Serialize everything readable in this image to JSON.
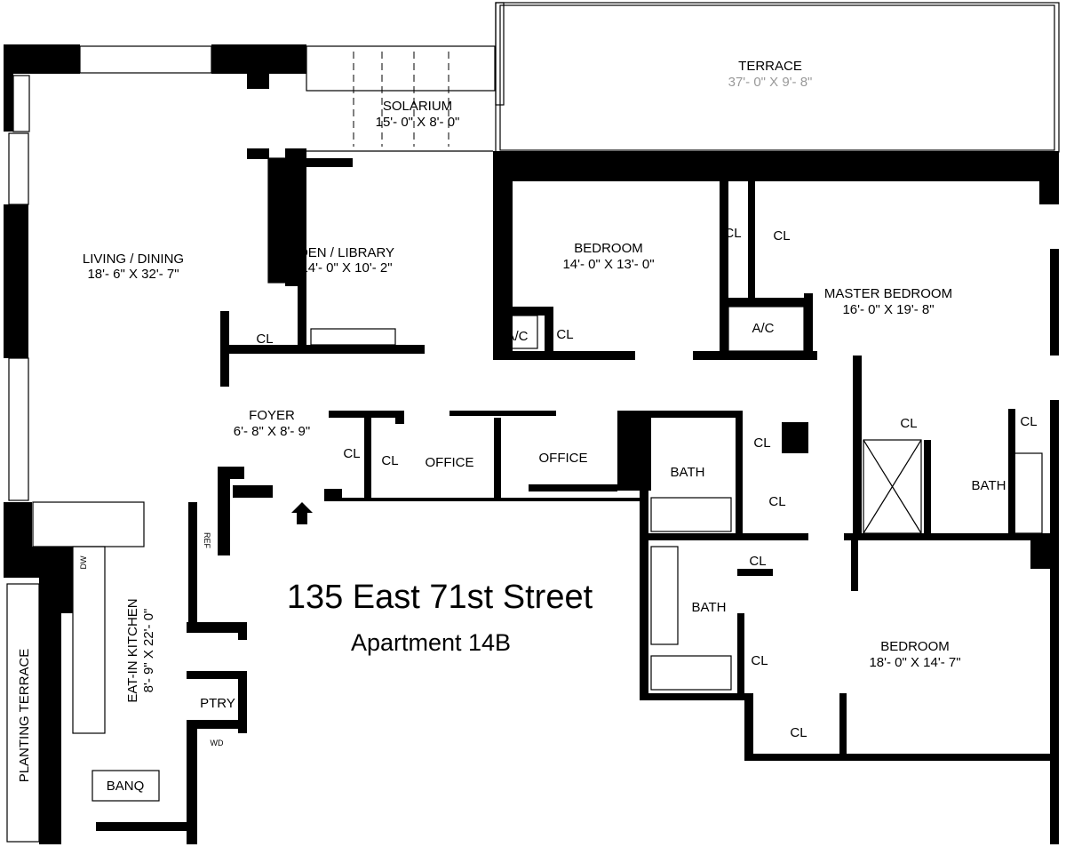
{
  "address": {
    "street": "135 East 71st Street",
    "unit": "Apartment 14B"
  },
  "rooms": {
    "terrace": {
      "name": "TERRACE",
      "dims": "37'- 0\" X 9'- 8\""
    },
    "solarium": {
      "name": "SOLARIUM",
      "dims": "15'- 0\" X 8'- 0\""
    },
    "living": {
      "name": "LIVING / DINING",
      "dims": "18'- 6\" X 32'- 7\""
    },
    "den": {
      "name": "DEN / LIBRARY",
      "dims": "14'- 0\" X 10'- 2\""
    },
    "bedroom1": {
      "name": "BEDROOM",
      "dims": "14'- 0\" X 13'- 0\""
    },
    "master": {
      "name": "MASTER BEDROOM",
      "dims": "16'- 0\" X 19'- 8\""
    },
    "foyer": {
      "name": "FOYER",
      "dims": "6'- 8\" X 8'- 9\""
    },
    "bedroom2": {
      "name": "BEDROOM",
      "dims": "18'- 0\" X 14'- 7\""
    },
    "kitchen": {
      "name": "EAT-IN KITCHEN",
      "dims": "8'- 9\" X 22'- 0\""
    },
    "planting": {
      "name": "PLANTING TERRACE"
    }
  },
  "small_labels": {
    "cl": "CL",
    "ac": "A/C",
    "office": "OFFICE",
    "bath": "BATH",
    "ptry": "PTRY",
    "banq": "BANQ",
    "ref": "REF",
    "dw": "DW",
    "wd": "WD"
  }
}
